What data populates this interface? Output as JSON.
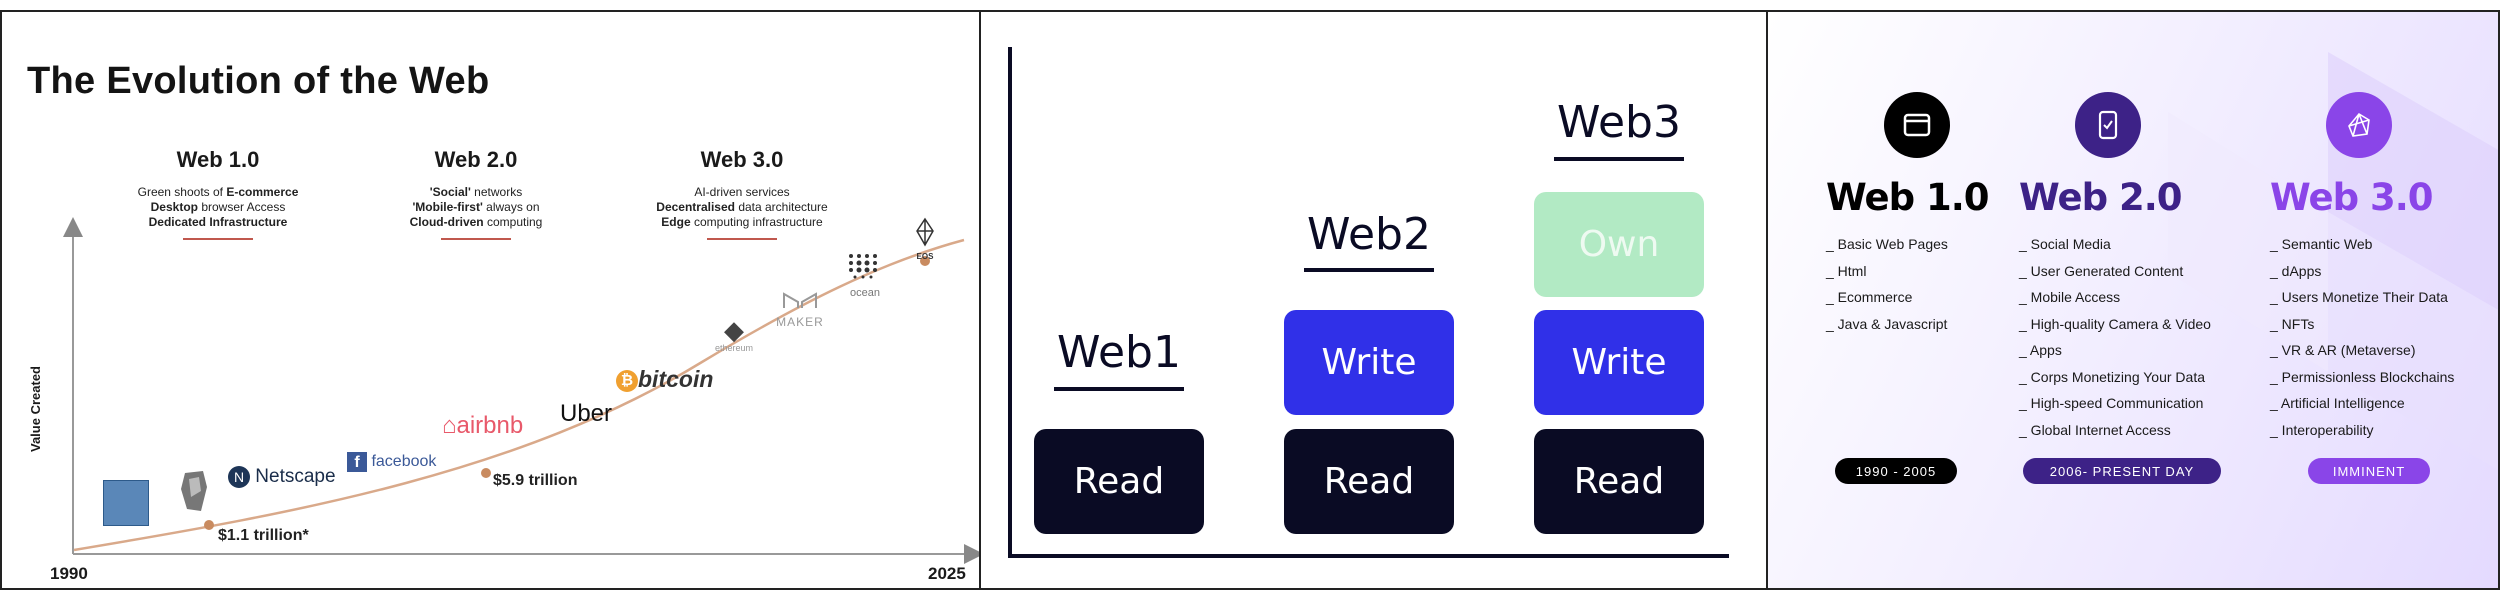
{
  "left": {
    "title": "The Evolution of the Web",
    "y_axis_label": "Value Created",
    "x_start": "1990",
    "x_end": "2025",
    "value1": "$1.1 trillion*",
    "value2": "$5.9 trillion",
    "eras": [
      {
        "name": "Web 1.0",
        "lines": [
          [
            "Green shoots of ",
            "E-commerce",
            ""
          ],
          [
            "",
            "Desktop",
            " browser Access"
          ],
          [
            "",
            "Dedicated Infrastructure",
            ""
          ]
        ]
      },
      {
        "name": "Web 2.0",
        "lines": [
          [
            "",
            "'Social'",
            " networks"
          ],
          [
            "",
            "'Mobile-first'",
            " always on"
          ],
          [
            "",
            "Cloud-driven",
            " computing"
          ]
        ]
      },
      {
        "name": "Web 3.0",
        "lines": [
          [
            "AI-driven services",
            "",
            ""
          ],
          [
            "",
            "Decentralised",
            " data architecture"
          ],
          [
            "",
            "Edge",
            " computing infrastructure"
          ]
        ]
      }
    ],
    "logos": {
      "netscape": "Netscape",
      "facebook": "facebook",
      "airbnb": "airbnb",
      "uber": "Uber",
      "bitcoin": "bitcoin",
      "ethereum": "ethereum",
      "maker": "MAKER",
      "ocean": "ocean",
      "eos": "EOS"
    }
  },
  "middle": {
    "columns": [
      {
        "label": "Web1",
        "blocks": [
          "Read"
        ]
      },
      {
        "label": "Web2",
        "blocks": [
          "Write",
          "Read"
        ]
      },
      {
        "label": "Web3",
        "blocks": [
          "Own",
          "Write",
          "Read"
        ]
      }
    ]
  },
  "right": {
    "columns": [
      {
        "title": "Web 1.0",
        "color": "#000000",
        "icon": "browser-window-icon",
        "items": [
          "_ Basic Web Pages",
          "_ Html",
          "_ Ecommerce",
          "_ Java & Javascript"
        ],
        "period": "1990 - 2005"
      },
      {
        "title": "Web 2.0",
        "color": "#3d2287",
        "icon": "mobile-phone-icon",
        "items": [
          "_ Social Media",
          "_ User Generated Content",
          "_ Mobile Access",
          "_ High-quality Camera & Video",
          "_ Apps",
          "_ Corps Monetizing Your Data",
          "_ High-speed Communication",
          "_ Global Internet Access"
        ],
        "period": "2006- PRESENT DAY"
      },
      {
        "title": "Web 3.0",
        "color": "#8a45e8",
        "icon": "network-crystal-icon",
        "items": [
          "_ Semantic Web",
          "_ dApps",
          "_ Users Monetize Their Data",
          "_ NFTs",
          "_ VR & AR (Metaverse)",
          "_ Permissionless Blockchains",
          "_ Artificial Intelligence",
          "_ Interoperability"
        ],
        "period": "IMMINENT"
      }
    ]
  }
}
